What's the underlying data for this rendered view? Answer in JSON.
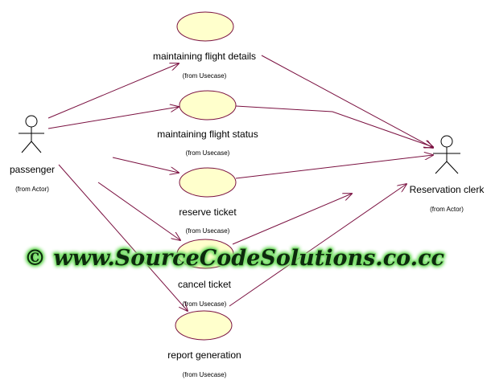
{
  "colors": {
    "usecase_fill": "#ffffcc",
    "usecase_stroke": "#7a1040",
    "association": "#7a1040",
    "actor_stroke": "#000000",
    "watermark_glow": "#7fe070",
    "watermark_text": "#0d2a0d"
  },
  "actors": [
    {
      "id": "passenger",
      "name": "passenger",
      "stereotype": "(from Actor)"
    },
    {
      "id": "clerk",
      "name": "Reservation clerk",
      "stereotype": "(from Actor)"
    }
  ],
  "usecases": [
    {
      "id": "uc1",
      "name": "maintaining flight details",
      "stereotype": "(from Usecase)"
    },
    {
      "id": "uc2",
      "name": "maintaining flight status",
      "stereotype": "(from Usecase)"
    },
    {
      "id": "uc3",
      "name": "reserve ticket",
      "stereotype": "(from Usecase)"
    },
    {
      "id": "uc4",
      "name": "cancel ticket",
      "stereotype": "(from Usecase)"
    },
    {
      "id": "uc5",
      "name": "report generation",
      "stereotype": "(from Usecase)"
    }
  ],
  "associations": [
    {
      "from": "passenger",
      "to": "uc1"
    },
    {
      "from": "passenger",
      "to": "uc2"
    },
    {
      "from": "passenger",
      "to": "uc3"
    },
    {
      "from": "passenger",
      "to": "uc4"
    },
    {
      "from": "passenger",
      "to": "uc5"
    },
    {
      "from": "uc1",
      "to": "clerk"
    },
    {
      "from": "uc2",
      "to": "clerk"
    },
    {
      "from": "uc3",
      "to": "clerk"
    },
    {
      "from": "uc4",
      "to": "clerk"
    },
    {
      "from": "uc5",
      "to": "clerk"
    }
  ],
  "watermark": "© www.SourceCodeSolutions.co.cc"
}
